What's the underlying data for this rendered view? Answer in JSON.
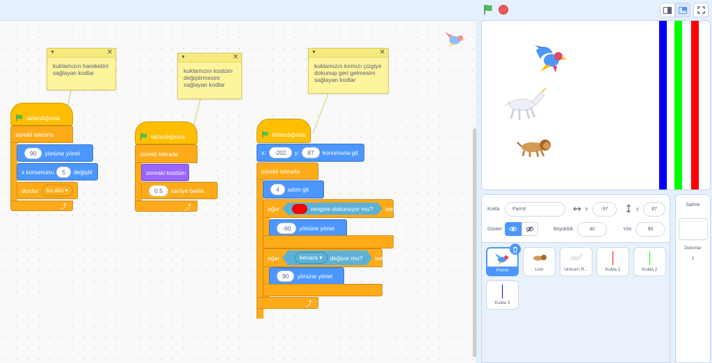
{
  "colors": {
    "events": "#ffbf00",
    "control": "#ffab19",
    "motion": "#4c97ff",
    "looks": "#9966ff",
    "sensing": "#5cb1d6",
    "comment": "#fef49c",
    "stripe_blue": "#0000ff",
    "stripe_green": "#00ff00",
    "stripe_red": "#ff0000",
    "touch_color": "#ff0000"
  },
  "toolbar": {
    "green_flag_icon": "green-flag-icon",
    "stop_icon": "stop-icon",
    "small_stage_icon": "small-stage-icon",
    "normal_stage_icon": "normal-stage-icon",
    "fullscreen_icon": "fullscreen-icon"
  },
  "comments": [
    {
      "text": "kuklamızın hareketini sağlayan kodlar"
    },
    {
      "text": "kuklamızın kostüm değiştirmesini sağlayan kodlar"
    },
    {
      "text": "kuklamızın kırmızı çizgiye dokunup geri gelmesini sağlayan kodlar"
    }
  ],
  "script1": {
    "hat": "tıklandığında",
    "forever": "sürekli tekrarla",
    "point_value": "90",
    "point_label": "yönüne yönel",
    "changex_label": "x konumunu",
    "changex_value": "5",
    "changex_suffix": "değiştir",
    "stop_label": "durdur",
    "stop_option": "bu dizi"
  },
  "script2": {
    "hat": "tıklandığında",
    "forever": "sürekli tekrarla",
    "next_costume": "sonraki kostüm",
    "wait_value": "0.5",
    "wait_label": "saniye bekle"
  },
  "script3": {
    "hat": "tıklandığında",
    "goto_x_label": "x:",
    "goto_x": "-202",
    "goto_y_label": "y:",
    "goto_y": "87",
    "goto_suffix": "konumuna git",
    "forever": "sürekli tekrarla",
    "move_value": "4",
    "move_label": "adım git",
    "if1_label": "eğer",
    "touch_color_label": "rengine dokunuyor mu?",
    "if1_then": "ise",
    "point1_value": "-90",
    "point1_label": "yönüne yönel",
    "if2_label": "eğer",
    "edge_option": "kenara",
    "touching_label": "değiyor mu?",
    "if2_then": "ise",
    "point2_value": "90",
    "point2_label": "yönüne yönel"
  },
  "sprite_info": {
    "sprite_label": "Kukla",
    "sprite_name": "Parrot",
    "x_label": "x",
    "x_value": "-97",
    "y_label": "y",
    "y_value": "87",
    "show_label": "Göster",
    "size_label": "Büyüklük",
    "size_value": "40",
    "direction_label": "Yön",
    "direction_value": "90"
  },
  "sprites": [
    {
      "name": "Parrot",
      "selected": true
    },
    {
      "name": "Lion"
    },
    {
      "name": "Unicorn R..."
    },
    {
      "name": "Kukla 1"
    },
    {
      "name": "Kukla 2"
    },
    {
      "name": "Kukla 3"
    }
  ],
  "stage_panel": {
    "title": "Sahne",
    "backdrops_label": "Dekorlar",
    "backdrops_count": "1"
  }
}
